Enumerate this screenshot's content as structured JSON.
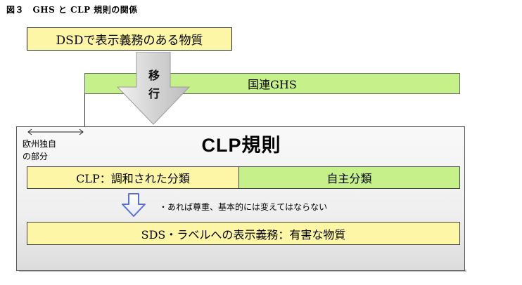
{
  "figure": {
    "caption": "図３　GHS と CLP 規則の関係"
  },
  "dsd": {
    "label": "DSDで表示義務のある物質"
  },
  "ghs": {
    "label": "国連GHS"
  },
  "migration": {
    "label_line1": "移",
    "label_line2": "行"
  },
  "clp": {
    "title": "CLP規則",
    "europe_label_line1": "欧州独自",
    "europe_label_line2": "の部分",
    "harmonized_label": "CLP：調和された分類",
    "self_classification_label": "自主分類",
    "note": "・あれば尊重、基本的には変えてはならない",
    "sds_label": "SDS・ラベルへの表示義務：有害な物質"
  },
  "colors": {
    "yellow_fill": "#fdf6a6",
    "green_fill": "#c6f08a",
    "arrow_fill": "#d9d9d9",
    "small_arrow_outline": "#5a6fd6"
  }
}
